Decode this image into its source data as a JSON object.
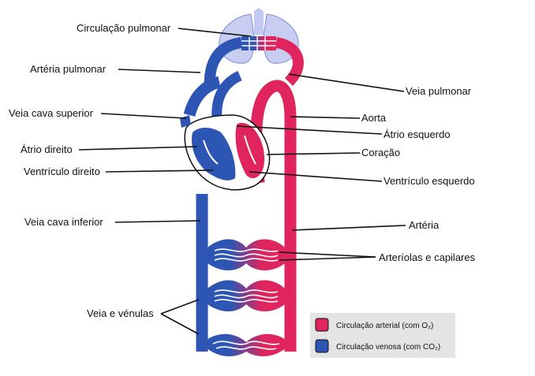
{
  "labels": {
    "pulmonary_circulation": "Circulação pulmonar",
    "pulmonary_artery": "Artéria pulmonar",
    "pulmonary_vein": "Veia pulmonar",
    "superior_vena_cava": "Veia cava superior",
    "aorta": "Aorta",
    "left_atrium": "Átrio esquerdo",
    "right_atrium": "Átrio direito",
    "heart": "Coração",
    "right_ventricle": "Ventrículo direito",
    "left_ventricle": "Ventrículo esquerdo",
    "inferior_vena_cava": "Veia cava inferior",
    "artery": "Artéria",
    "arterioles_capillaries": "Arteríolas e capilares",
    "vein_venules": "Veia e vénulas"
  },
  "legend": {
    "arterial": "Circulação arterial (com O₂)",
    "venous": "Circulação venosa (com CO₂)"
  },
  "colors": {
    "arterial": "#e0245e",
    "venous": "#2d55b4",
    "lungs": "#9ba6e6",
    "legend_bg": "#e4e4e4"
  }
}
